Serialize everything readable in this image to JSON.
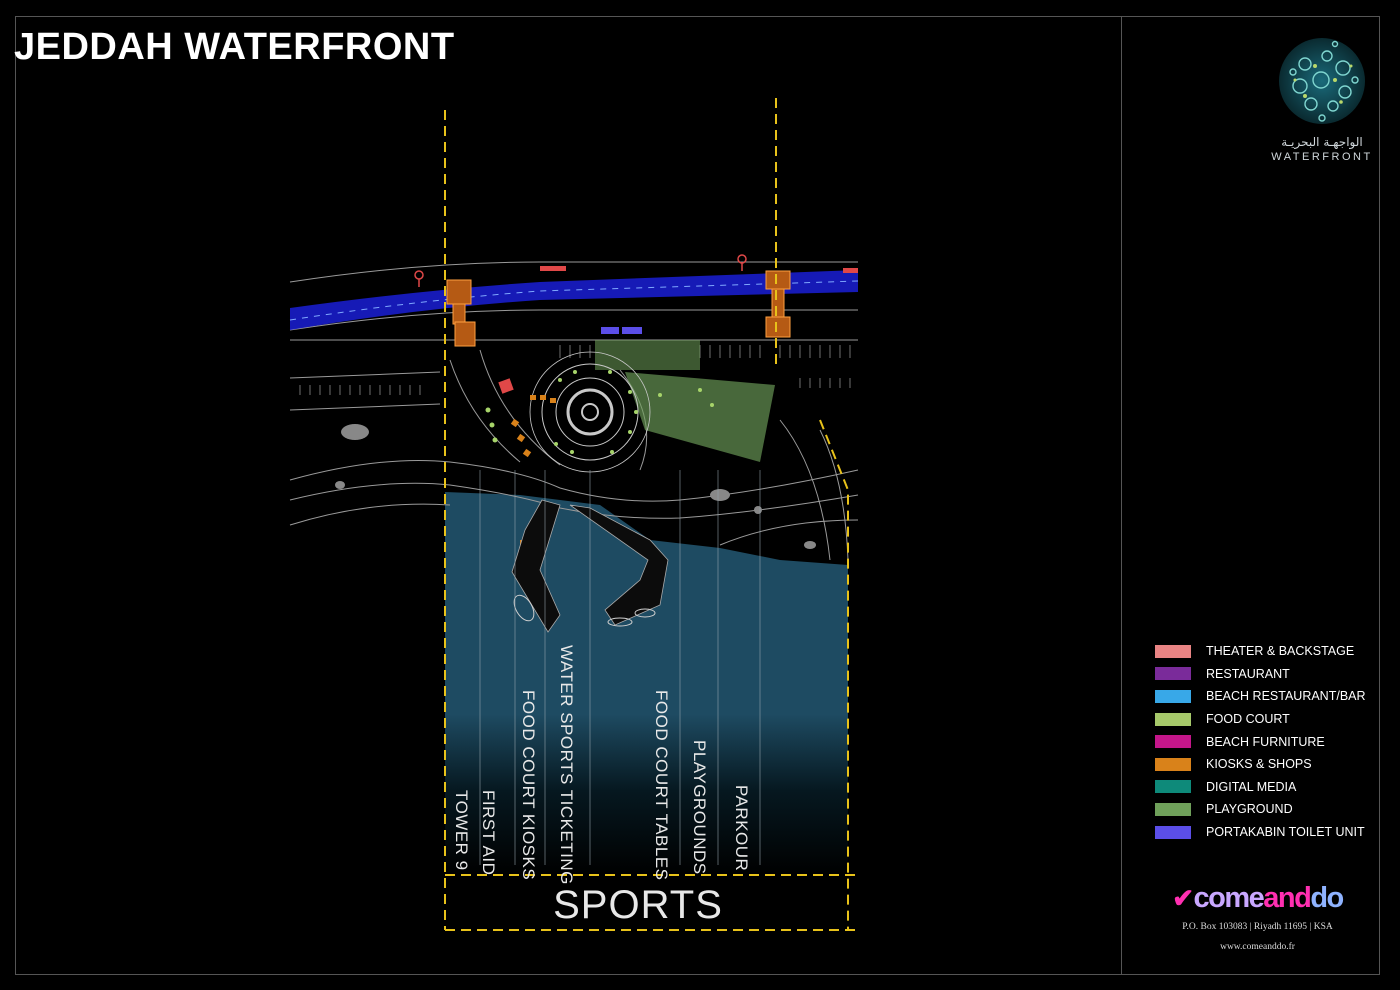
{
  "page": {
    "title": "JEDDAH WATERFRONT"
  },
  "logo": {
    "arabic": "الواجهـة البحريـة",
    "english": "WATERFRONT"
  },
  "map": {
    "zones": [
      "TOWER 9",
      "FIRST AID",
      "FOOD COURT KIOSKS",
      "WATER SPORTS TICKETING",
      "FOOD COURT TABLES",
      "PLAYGROUNDS",
      "PARKOUR"
    ],
    "section_label": "SPORTS"
  },
  "legend": [
    {
      "label": "THEATER & BACKSTAGE",
      "color": "#e98484"
    },
    {
      "label": "RESTAURANT",
      "color": "#7a2b9a"
    },
    {
      "label": "BEACH RESTAURANT/BAR",
      "color": "#38a8e8"
    },
    {
      "label": "FOOD COURT",
      "color": "#a6c96a"
    },
    {
      "label": "BEACH FURNITURE",
      "color": "#c4168a"
    },
    {
      "label": "KIOSKS & SHOPS",
      "color": "#d9821a"
    },
    {
      "label": "DIGITAL MEDIA",
      "color": "#0e8a7a"
    },
    {
      "label": "PLAYGROUND",
      "color": "#6fa05a"
    },
    {
      "label": "PORTAKABIN TOILET UNIT",
      "color": "#5b4ee8"
    }
  ],
  "brand": {
    "name_part1": "come",
    "name_part2": "and",
    "name_part3": "do",
    "address": "P.O. Box 103083 | Riyadh 11695 | KSA",
    "website": "www.comeanddo.fr"
  }
}
